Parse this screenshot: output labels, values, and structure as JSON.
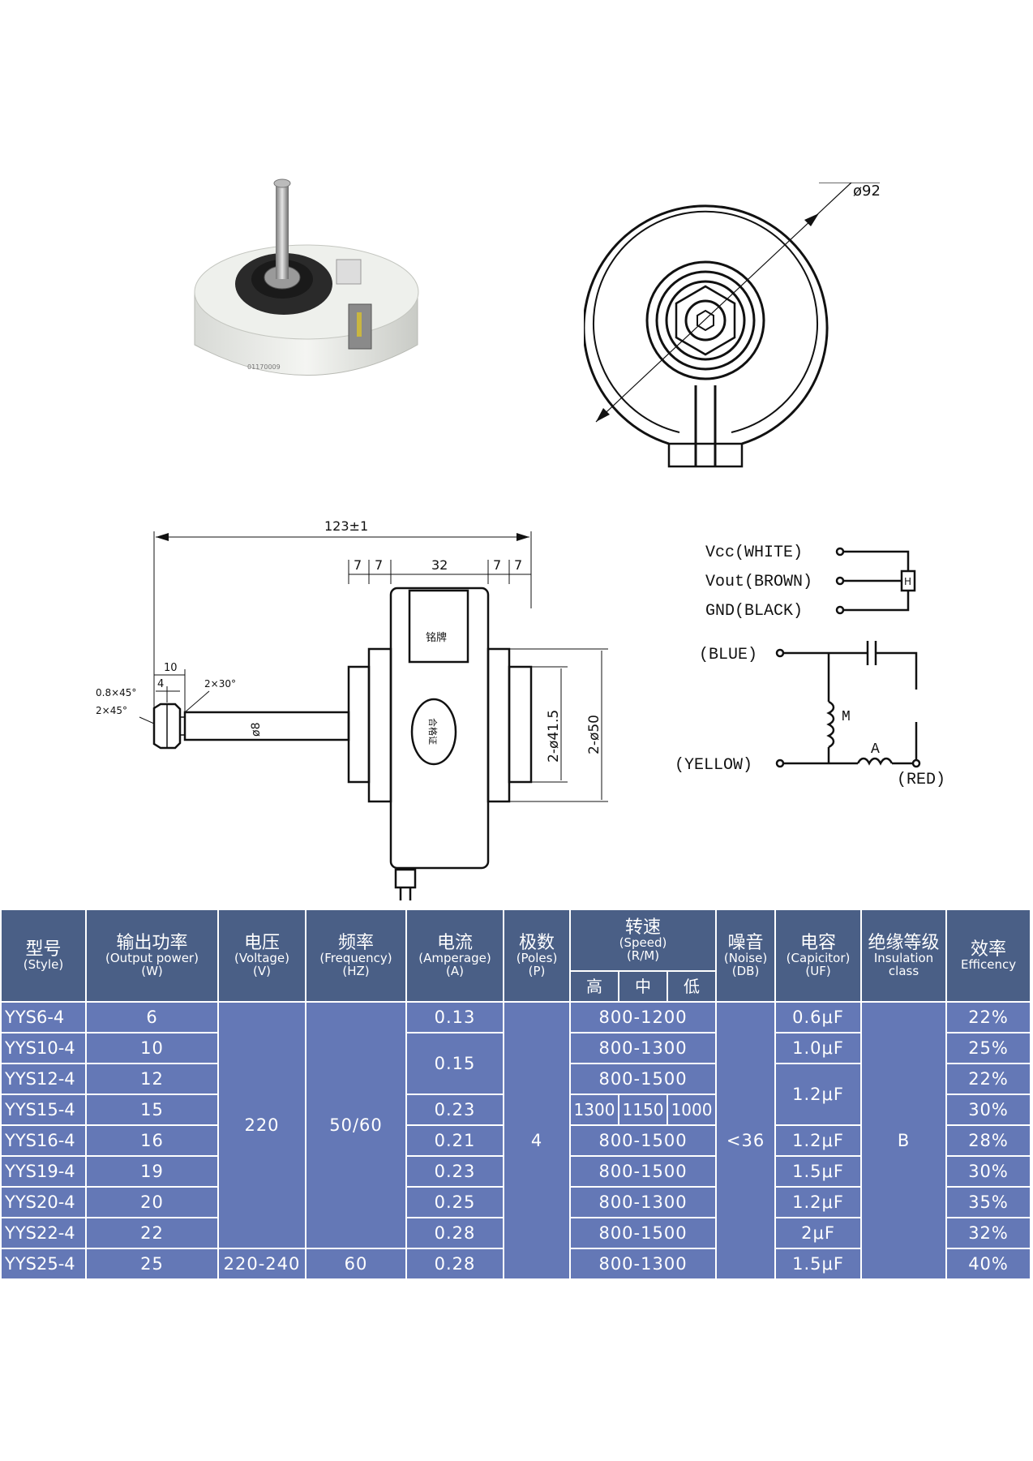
{
  "drawing": {
    "outer_diameter": "ø92",
    "overall_length": "123±1",
    "seg_7a": "7",
    "seg_7b": "7",
    "seg_32": "32",
    "seg_7c": "7",
    "seg_7d": "7",
    "shaft_10": "10",
    "shaft_4": "4",
    "chamfer_08": "0.8×45°",
    "chamfer_2x45": "2×45°",
    "chamfer_2x30": "2×30°",
    "shaft_dia": "ø8",
    "boss_dia": "2-ø41.5",
    "body_dia": "2-ø50",
    "label_box": "铭牌",
    "oval_stamp": "合格证",
    "photo_label": "01170009"
  },
  "wiring": {
    "vcc": "Vcc(WHITE)",
    "vout": "Vout(BROWN)",
    "gnd": "GND(BLACK)",
    "blue": "(BLUE)",
    "yellow": "(YELLOW)",
    "red": "(RED)",
    "m": "M",
    "a": "A",
    "hall": "H"
  },
  "table": {
    "headers": {
      "style": {
        "cn": "型号",
        "en": "(Style)"
      },
      "power": {
        "cn": "输出功率",
        "en": "(Output power)",
        "unit": "(W)"
      },
      "voltage": {
        "cn": "电压",
        "en": "(Voltage)",
        "unit": "(V)"
      },
      "frequency": {
        "cn": "频率",
        "en": "(Frequency)",
        "unit": "(HZ)"
      },
      "amperage": {
        "cn": "电流",
        "en": "(Amperage)",
        "unit": "(A)"
      },
      "poles": {
        "cn": "极数",
        "en": "(Poles)",
        "unit": "(P)"
      },
      "speed": {
        "cn": "转速",
        "en": "(Speed)",
        "unit": "(R/M)",
        "high": "高",
        "mid": "中",
        "low": "低"
      },
      "noise": {
        "cn": "噪音",
        "en": "(Noise)",
        "unit": "(DB)"
      },
      "capacitor": {
        "cn": "电容",
        "en": "(Capicitor)",
        "unit": "(UF)"
      },
      "insulation": {
        "cn": "绝缘等级",
        "en": "Insulation",
        "unit": "class"
      },
      "efficiency": {
        "cn": "效率",
        "en": "Efficency"
      }
    },
    "merged": {
      "voltage_220": "220",
      "freq_5060": "50/60",
      "poles_4": "4",
      "noise_36": "<36",
      "insulation_b": "B",
      "amp_015": "0.15",
      "cap_12": "1.2μF"
    },
    "rows": [
      {
        "style": "YYS6-4",
        "power": "6",
        "amp": "0.13",
        "speed": "800-1200",
        "cap": "0.6μF",
        "eff": "22%"
      },
      {
        "style": "YYS10-4",
        "power": "10",
        "speed": "800-1300",
        "cap": "1.0μF",
        "eff": "25%"
      },
      {
        "style": "YYS12-4",
        "power": "12",
        "speed": "800-1500",
        "eff": "22%"
      },
      {
        "style": "YYS15-4",
        "power": "15",
        "amp": "0.23",
        "speed_high": "1300",
        "speed_mid": "1150",
        "speed_low": "1000",
        "eff": "30%"
      },
      {
        "style": "YYS16-4",
        "power": "16",
        "amp": "0.21",
        "speed": "800-1500",
        "cap": "1.2μF",
        "eff": "28%"
      },
      {
        "style": "YYS19-4",
        "power": "19",
        "amp": "0.23",
        "speed": "800-1500",
        "cap": "1.5μF",
        "eff": "30%"
      },
      {
        "style": "YYS20-4",
        "power": "20",
        "amp": "0.25",
        "speed": "800-1300",
        "cap": "1.2μF",
        "eff": "35%"
      },
      {
        "style": "YYS22-4",
        "power": "22",
        "amp": "0.28",
        "speed": "800-1500",
        "cap": "2μF",
        "eff": "32%"
      },
      {
        "style": "YYS25-4",
        "power": "25",
        "voltage": "220-240",
        "freq": "60",
        "amp": "0.28",
        "speed": "800-1300",
        "cap": "1.5μF",
        "eff": "40%"
      }
    ]
  }
}
